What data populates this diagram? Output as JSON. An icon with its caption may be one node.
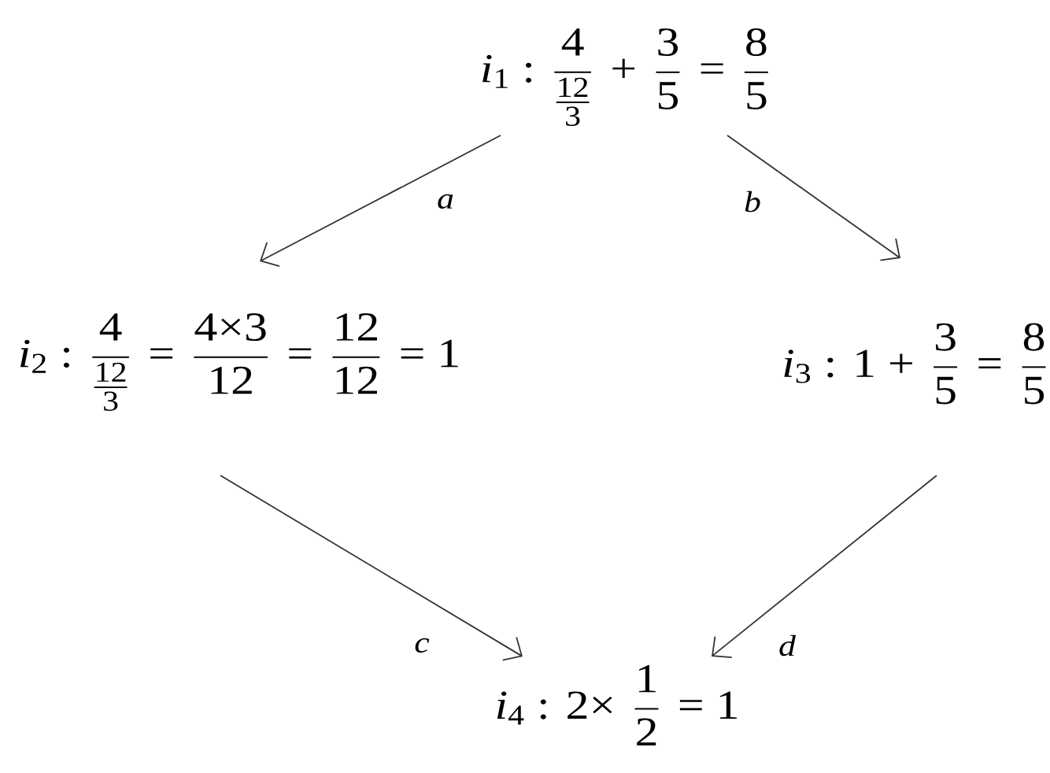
{
  "diagram": {
    "nodes": [
      {
        "text": [
          "*i*$_{1}$ :",
          "4",
          "12",
          "3",
          "+",
          "3",
          "5",
          "=",
          "8",
          "5"
        ]
      },
      {
        "text": [
          "*i*$_{2}$ :",
          "4",
          "12",
          "3",
          "=",
          "4×3",
          "12",
          "=",
          "12",
          "12",
          "= 1"
        ]
      },
      {
        "text": [
          "*i*$_{3}$ : 1 +",
          "3",
          "5",
          "=",
          "8",
          "5"
        ]
      },
      {
        "text": [
          "*i*$_{4}$ : 2×",
          "1",
          "2",
          "= 1"
        ]
      }
    ],
    "edges": [
      {
        "from": 0,
        "to": 1,
        "arrow": "to",
        "label": "a"
      },
      {
        "from": 0,
        "to": 2,
        "arrow": "to",
        "label": "b"
      },
      {
        "from": 1,
        "to": 3,
        "arrow": "to",
        "label": "c"
      },
      {
        "from": 2,
        "to": 3,
        "arrow": "to",
        "label": "d"
      }
    ]
  }
}
